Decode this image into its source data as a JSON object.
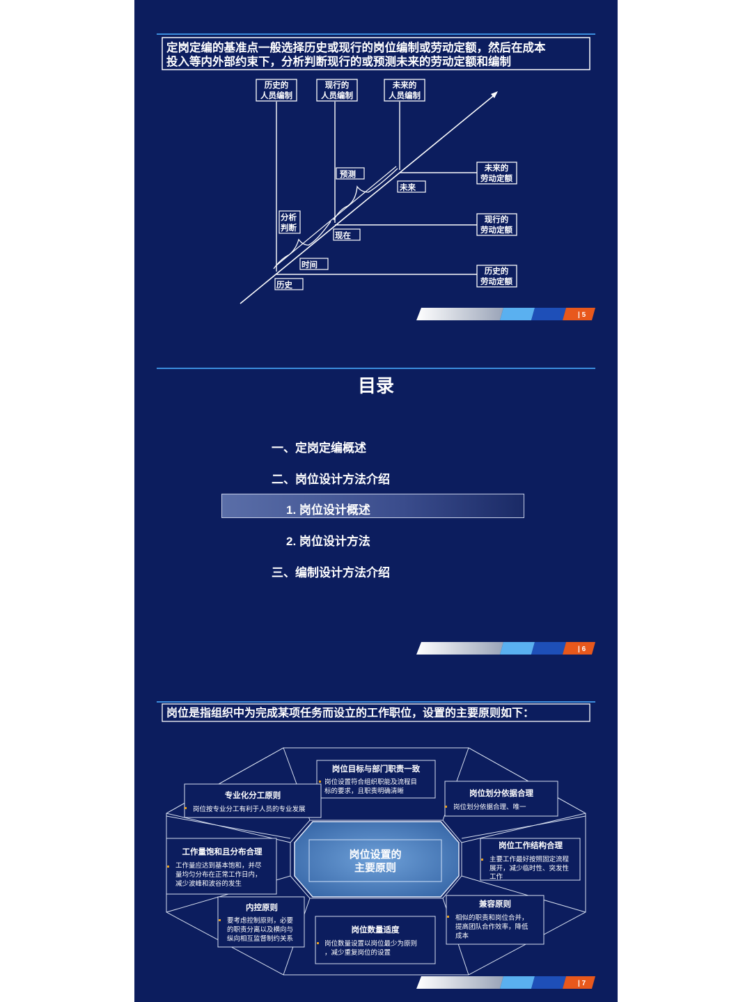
{
  "slide1": {
    "header_line1": "定岗定编的基准点一般选择历史或现行的岗位编制或劳动定额，然后在成本",
    "header_line2": "投入等内外部约束下，分析判断现行的或预测未来的劳动定额和编制",
    "box_hist_staff": [
      "历史的",
      "人员编制"
    ],
    "box_curr_staff": [
      "现行的",
      "人员编制"
    ],
    "box_future_staff": [
      "未来的",
      "人员编制"
    ],
    "label_forecast": "预测",
    "label_analysis": [
      "分析",
      "判断"
    ],
    "label_future": "未来",
    "label_present": "现在",
    "label_time": "时间",
    "label_history": "历史",
    "box_future_quota": [
      "未来的",
      "劳动定额"
    ],
    "box_curr_quota": [
      "现行的",
      "劳动定额"
    ],
    "box_hist_quota": [
      "历史的",
      "劳动定额"
    ],
    "page_number": "| 5"
  },
  "slide2": {
    "title": "目录",
    "items": [
      "一、定岗定编概述",
      "二、岗位设计方法介绍",
      "1. 岗位设计概述",
      "2. 岗位设计方法",
      "三、编制设计方法介绍"
    ],
    "page_number": "| 6"
  },
  "slide3": {
    "header": "岗位是指组织中为完成某项任务而设立的工作职位，设置的主要原则如下：",
    "center": [
      "岗位设置的",
      "主要原则"
    ],
    "principles": [
      {
        "title": "岗位目标与部门职责一致",
        "desc": [
          "岗位设置符合组织职能及流程目",
          "标的要求，且职责明确清晰"
        ]
      },
      {
        "title": "专业化分工原则",
        "desc": [
          "岗位按专业分工有利于人员的专业发展"
        ]
      },
      {
        "title": "岗位划分依据合理",
        "desc": [
          "岗位划分依据合理、唯一"
        ]
      },
      {
        "title": "工作量饱和且分布合理",
        "desc": [
          "工作量应达到基本饱和，并尽",
          "量均匀分布在正常工作日内，",
          "减少波峰和波谷的发生"
        ]
      },
      {
        "title": "岗位工作结构合理",
        "desc": [
          "主要工作最好按照固定流程",
          "展开，减少临时性、突发性",
          "工作"
        ]
      },
      {
        "title": "内控原则",
        "desc": [
          "要考虑控制原则，必要",
          "的职责分离以及横向与",
          "纵向相互监督制约关系"
        ]
      },
      {
        "title": "兼容原则",
        "desc": [
          "相似的职责和岗位合并，",
          "提高团队合作效率，降低",
          "成本"
        ]
      },
      {
        "title": "岗位数量适度",
        "desc": [
          "岗位数量设置以岗位最少为原则",
          "，减少重复岗位的设置"
        ]
      }
    ],
    "page_number": "| 7"
  },
  "colors": {
    "background": "#0c1d5e",
    "accent_orange": "#e8581c",
    "accent_lightblue": "#5ab0f0",
    "highlight": "#4a5fa0"
  }
}
